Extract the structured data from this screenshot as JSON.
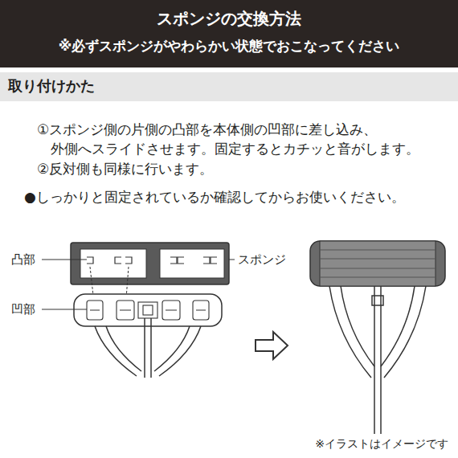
{
  "diagram": {
    "title": "スポンジの交換方法",
    "nodes": [
      {
        "text": [
          "取り付けかた"
        ]
      }
    ],
    "labels": [
      "※必ずスポンジがやわらかい状態でおこなってください",
      "①スポンジ側の片側の凸部を本体側の凹部に差し込み、 外側へスライドさせます。固定するとカチッと音がします。",
      "②反対側も同様に行います。",
      "●しっかりと固定されているか確認してからお使いください。",
      "凸部",
      "スポンジ",
      "凹部",
      "※イラストはイメージです"
    ]
  }
}
